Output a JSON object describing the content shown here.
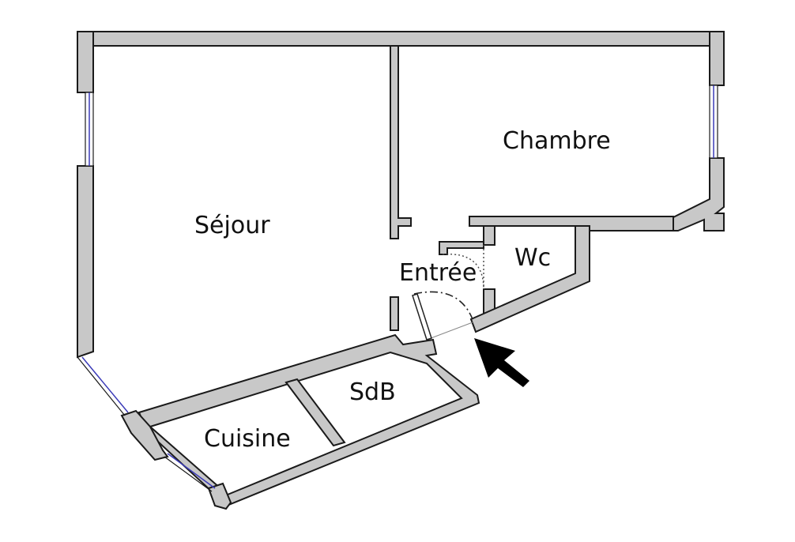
{
  "rooms": {
    "sejour": "Séjour",
    "chambre": "Chambre",
    "wc": "Wc",
    "entree": "Entrée",
    "sdb": "SdB",
    "cuisine": "Cuisine"
  },
  "colors": {
    "wall_fill": "#c8c8c8",
    "wall_outline": "#1a1a1a",
    "window": "#3b3bb8",
    "background": "#ffffff",
    "arrow": "#000000"
  },
  "icons": {
    "entrance_marker": "entrance-arrow-icon"
  }
}
